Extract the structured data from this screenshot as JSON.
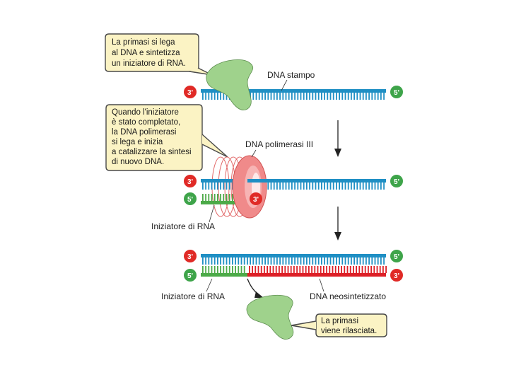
{
  "colors": {
    "template_strand": "#1f8fc4",
    "primer": "#4caa48",
    "new_dna": "#dd1f26",
    "end_red": "#e02a26",
    "end_green": "#3ea44a",
    "callout_fill": "#fbf3c4",
    "callout_border": "#4a4a4a",
    "primase": "#9fd28c",
    "polymerase": "#f08a8a"
  },
  "callouts": {
    "top": [
      "La primasi si lega",
      "al DNA e sintetizza",
      "un iniziatore di RNA."
    ],
    "middle": [
      "Quando l'iniziatore",
      "è stato completato,",
      "la DNA polimerasi",
      "si lega e inizia",
      "a catalizzare la sintesi",
      "di nuovo DNA."
    ],
    "bottom": [
      "La primasi",
      "viene rilasciata."
    ]
  },
  "labels": {
    "template": "DNA stampo",
    "polymerase": "DNA polimerasi III",
    "primer_mid": "Iniziatore di RNA",
    "primer_bottom": "Iniziatore di RNA",
    "new_dna": "DNA neosintetizzato"
  },
  "ends": {
    "three_prime": "3'",
    "five_prime": "5'"
  },
  "icons": {
    "primase": "primase-enzyme-icon",
    "polymerase": "dna-polymerase-ring-icon",
    "step_arrow": "down-arrow-icon"
  }
}
